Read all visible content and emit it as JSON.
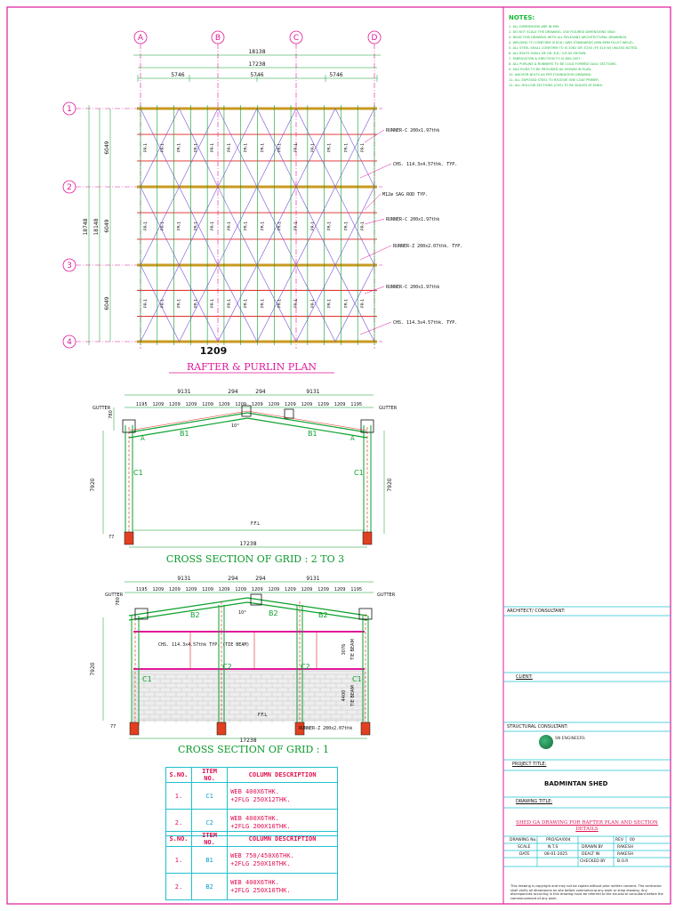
{
  "notes": {
    "title": "NOTES:",
    "lines": [
      "1. ALL DIMENSIONS ARE IN MM.",
      "2. DO NOT SCALE THE DRAWING. USE FIGURED DIMENSIONS ONLY.",
      "3. READ THIS DRAWING WITH ALL RELEVANT ARCHITECTURAL DRAWINGS.",
      "4. WELDING TO CONFORM IS 816 / AWS STANDARDS (MIN 6MM FILLET WELD).",
      "5. ALL STEEL SHALL CONFORM TO IS 2062 GR. E250 (FE 410 W) UNLESS NOTED.",
      "6. ALL BOLTS SHALL BE GR. 8.8 / 4.6 AS SHOWN.",
      "7. FABRICATION & ERECTION TO IS 800:2007.",
      "8. ALL PURLINS & RUNNERS TO BE COLD FORMED GALV. SECTIONS.",
      "9. SAG RODS TO BE PROVIDED AS SHOWN IN PLAN.",
      "10. ANCHOR BOLTS AS PER FOUNDATION DRAWING.",
      "11. ALL EXPOSED STEEL TO RECEIVE ONE COAT PRIMER.",
      "12. ALL HOLLOW SECTIONS (CHS) TO BE SEALED AT ENDS."
    ]
  },
  "plan": {
    "grid_cols": [
      "A",
      "B",
      "C",
      "D"
    ],
    "grid_rows": [
      "1",
      "2",
      "3",
      "4"
    ],
    "dims_top": [
      "18138",
      "17238",
      "5746",
      "5746",
      "5746"
    ],
    "dims_left": [
      "18748",
      "18148",
      "6049",
      "6049",
      "6049"
    ],
    "bay_dim": "1209",
    "purlin_label": "PR-1",
    "title": "RAFTER & PURLIN PLAN",
    "labels": [
      "RUNNER-C 200x1.97thk",
      "CHS. 114.3x4.57thk. TYP.",
      "M12ø SAG ROD TYP.",
      "RUNNER-C 200x1.97thk",
      "RUNNER-Z 200x2.07thk. TYP.",
      "RUNNER-C 200x1.97thk",
      "CHS. 114.3x4.57thk. TYP."
    ]
  },
  "section23": {
    "title": "CROSS SECTION OF GRID : 2 TO 3",
    "dims_top": [
      "9131",
      "294",
      "294",
      "9131"
    ],
    "dims_spacing": [
      "1195",
      "1209",
      "1209",
      "1209",
      "1209",
      "1209",
      "1209",
      "1209",
      "1209",
      "1209",
      "1209",
      "1209",
      "1209",
      "1195"
    ],
    "gutter": "GUTTER",
    "height": "7920",
    "height_top": "780",
    "width": "17238",
    "ffl": "F.F.L",
    "base": "77",
    "rafter": "B1",
    "column": "C1",
    "grid_label": "A",
    "slope": "10°"
  },
  "section1": {
    "title": "CROSS SECTION OF GRID : 1",
    "dims_top": [
      "9131",
      "294",
      "294",
      "9131"
    ],
    "dims_spacing": [
      "1195",
      "1209",
      "1209",
      "1209",
      "1209",
      "1209",
      "1209",
      "1209",
      "1209",
      "1209",
      "1209",
      "1209",
      "1209",
      "1195"
    ],
    "gutter": "GUTTER",
    "height": "7920",
    "height_top": "780",
    "width": "17238",
    "ffl": "F.F.L",
    "base": "77",
    "rafter": "B2",
    "columns": [
      "C1",
      "C2",
      "C2",
      "C1"
    ],
    "labels": [
      "CHS. 114.3x4.57thk TYP. (TIE BEAM)",
      "TIE BEAM",
      "TIE BEAM",
      "3076",
      "4400",
      "RUNNER-Z 200x2.07thk"
    ],
    "slope": "10°"
  },
  "column_table": {
    "headers": [
      "S.NO.",
      "ITEM NO.",
      "COLUMN DESCRIPTION"
    ],
    "rows": [
      {
        "no": "1.",
        "item": "C1",
        "desc": [
          "WEB 400X6THK.",
          "+2FLG 250X12THK."
        ]
      },
      {
        "no": "2.",
        "item": "C2",
        "desc": [
          "WEB 400X6THK.",
          "+2FLG 200X10THK."
        ]
      }
    ]
  },
  "beam_table": {
    "headers": [
      "S.NO.",
      "ITEM NO.",
      "COLUMN DESCRIPTION"
    ],
    "rows": [
      {
        "no": "1.",
        "item": "B1",
        "desc": [
          "WEB 750/450X6THK.",
          "+2FLG 250X10THK."
        ]
      },
      {
        "no": "2.",
        "item": "B2",
        "desc": [
          "WEB 400X6THK.",
          "+2FLG 250X10THK."
        ]
      }
    ]
  },
  "title_block": {
    "architect": "ARCHITECT/ CONSULTANT:",
    "client": "CLIENT:",
    "structural": "STRUCTURAL CONSULTANT:",
    "firm": "SN ENGINEERS",
    "project_label": "PROJECT TITLE:",
    "project": "BADMINTAN SHED",
    "drawing_label": "DRAWING TITLE:",
    "drawing_title": "SHED GA DRAWING FOR RAFTER PLAN AND SECTION DETAILS",
    "drawing_no_label": "DRAWING No.",
    "drawing_no": "PRO/GA/004",
    "rev_label": "REV",
    "rev": "00",
    "scale_label": "SCALE",
    "scale": "N.T.S",
    "drawn_label": "DRAWN BY",
    "drawn": "RAKESH",
    "date_label": "DATE",
    "date": "08-01-2025",
    "dealt_label": "DEALT IN",
    "dealt": "RAKESH",
    "checked_label": "CHECKED BY",
    "checked": "B.O.R",
    "footer": "This drawing is copyright and may not be copied without prior written consent. The contractor shall verify all dimensions on site before commencing any work or shop drawing. Any discrepancies occurring in this drawing must be referred to the structural consultant before the commencement of any work."
  },
  "colors": {
    "border": "#e0189a",
    "grid": "#e0189a",
    "rafter": "#c89a20",
    "purlin": "#e02020",
    "bracing": "#7a52d8",
    "column": "#0aa02a",
    "dim": "#0a9a2a",
    "title": "#e0189a",
    "tb_line": "#20c0d0"
  }
}
